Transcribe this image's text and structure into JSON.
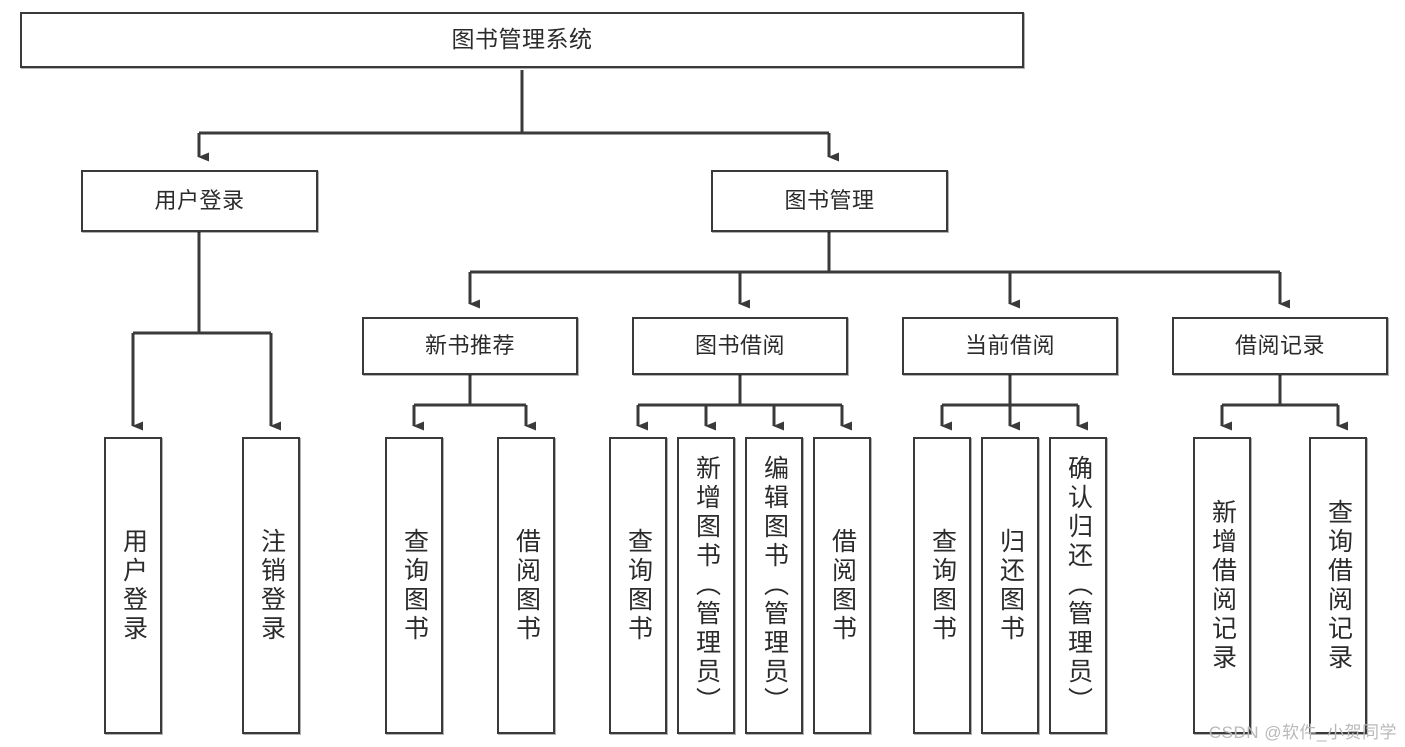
{
  "diagram": {
    "title": "图书管理系统",
    "type": "tree-hierarchy-chart",
    "watermark": "CSDN @软件_小贺同学",
    "colors": {
      "node_border": "#3a3a3a",
      "node_fill": "#ffffff",
      "edge": "#3a3a3a",
      "text": "#2b2b2b",
      "watermark": "#b9b9b9",
      "background": "#ffffff"
    },
    "nodes": {
      "root": {
        "label": "图书管理系统"
      },
      "level2": [
        {
          "id": "user-login",
          "label": "用户登录"
        },
        {
          "id": "book-management",
          "label": "图书管理"
        }
      ],
      "level3": [
        {
          "id": "new-book-recommend",
          "label": "新书推荐"
        },
        {
          "id": "book-borrow",
          "label": "图书借阅"
        },
        {
          "id": "current-borrow",
          "label": "当前借阅"
        },
        {
          "id": "borrow-record",
          "label": "借阅记录"
        }
      ],
      "leaves": [
        {
          "id": "leaf-user-login",
          "label": "用户登录",
          "parent": "user-login"
        },
        {
          "id": "leaf-logout",
          "label": "注销登录",
          "parent": "user-login"
        },
        {
          "id": "leaf-query-book-1",
          "label": "查询图书",
          "parent": "new-book-recommend"
        },
        {
          "id": "leaf-borrow-book-1",
          "label": "借阅图书",
          "parent": "new-book-recommend"
        },
        {
          "id": "leaf-query-book-2",
          "label": "查询图书",
          "parent": "book-borrow"
        },
        {
          "id": "leaf-add-book",
          "label": "新增图书（管理员）",
          "parent": "book-borrow"
        },
        {
          "id": "leaf-edit-book",
          "label": "编辑图书（管理员）",
          "parent": "book-borrow"
        },
        {
          "id": "leaf-borrow-book-2",
          "label": "借阅图书",
          "parent": "book-borrow"
        },
        {
          "id": "leaf-query-book-3",
          "label": "查询图书",
          "parent": "current-borrow"
        },
        {
          "id": "leaf-return-book",
          "label": "归还图书",
          "parent": "current-borrow"
        },
        {
          "id": "leaf-confirm-return",
          "label": "确认归还（管理员）",
          "parent": "current-borrow"
        },
        {
          "id": "leaf-add-record",
          "label": "新增借阅记录",
          "parent": "borrow-record"
        },
        {
          "id": "leaf-query-record",
          "label": "查询借阅记录",
          "parent": "borrow-record"
        }
      ]
    }
  }
}
